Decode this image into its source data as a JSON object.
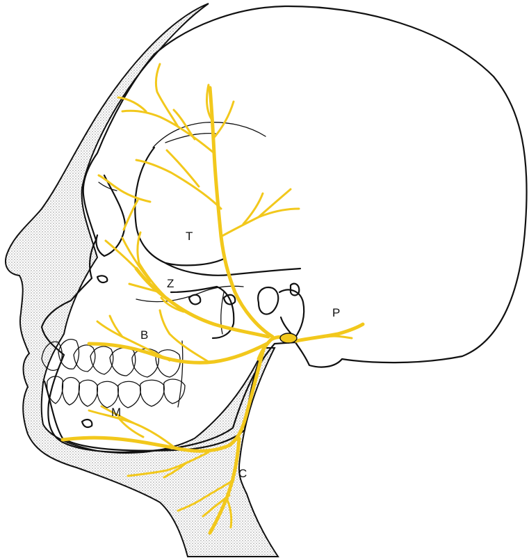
{
  "colors": {
    "nerve": "#f2c81c",
    "outline": "#111111",
    "soft_tissue_stipple": "#9a9a9a",
    "background": "#ffffff"
  },
  "labels": {
    "temporal": "T",
    "zygomatic": "Z",
    "buccal": "B",
    "mandibular": "M",
    "cervical": "C",
    "posterior_auricular": "P"
  }
}
